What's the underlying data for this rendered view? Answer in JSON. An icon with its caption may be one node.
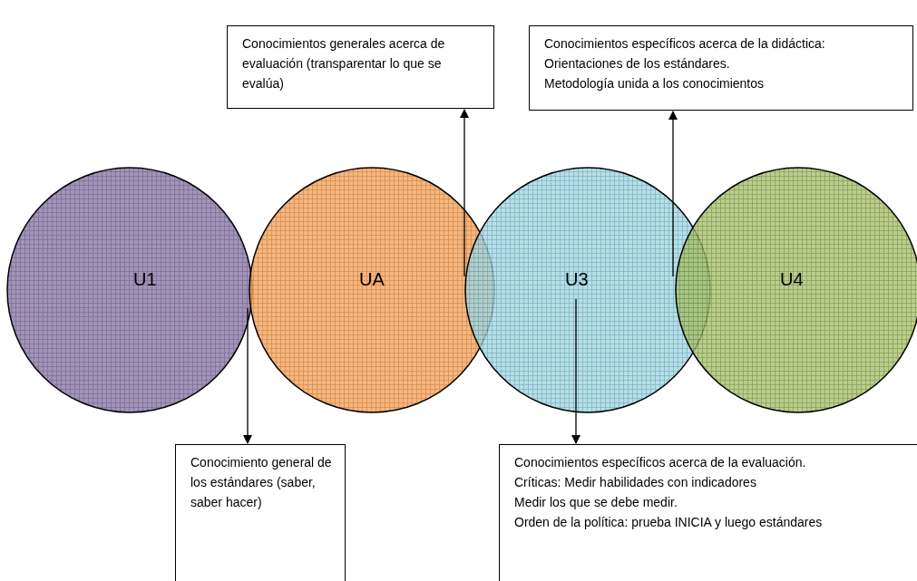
{
  "diagram": {
    "nodes": [
      {
        "text": [
          "Conocimientos generales acerca de evaluación (transparentar lo que se evalúa)"
        ]
      },
      {
        "text": [
          "Conocimientos específicos acerca de la didáctica:",
          "Orientaciones de los estándares.",
          "Metodología unida a los conocimientos"
        ]
      },
      {
        "text": [
          "U1"
        ]
      },
      {
        "text": [
          "UA"
        ]
      },
      {
        "text": [
          "U3"
        ]
      },
      {
        "text": [
          "U4"
        ]
      },
      {
        "text": [
          "Conocimiento general de los estándares (saber, saber hacer)"
        ]
      },
      {
        "text": [
          "Conocimientos específicos acerca de la evaluación.",
          "Críticas: Medir habilidades con indicadores",
          "Medir los que se debe medir.",
          "Orden de la política: prueba INICIA y luego estándares"
        ]
      }
    ],
    "edges": [
      {
        "from": 2,
        "to": 6,
        "arrow": "to"
      },
      {
        "from": 3,
        "to": 0,
        "arrow": "to"
      },
      {
        "from": 4,
        "to": 1,
        "arrow": "to"
      },
      {
        "from": 4,
        "to": 7,
        "arrow": "to"
      }
    ]
  }
}
